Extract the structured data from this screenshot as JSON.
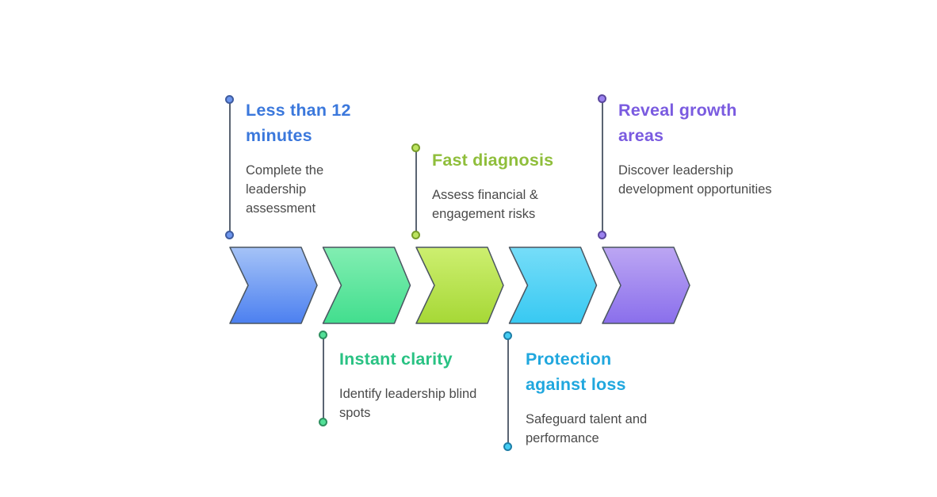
{
  "diagram": {
    "type": "process-flow-chevrons",
    "direction": "left-to-right",
    "background": "#FFFFFF",
    "arrow_outline_color": "#4A5560",
    "connector_line_color": "#5A6472",
    "description_text_color": "#4A4A4A"
  },
  "steps": [
    {
      "order": 1,
      "callout_position": "top",
      "title": "Less than 12 minutes",
      "description": "Complete the leadership assessment",
      "colors": {
        "title": "#3B78DC",
        "gradient_top": "#A5C3F7",
        "gradient_bottom": "#4C80F0",
        "dot_fill": "#6D96EE",
        "dot_stroke": "#3F5C9F"
      }
    },
    {
      "order": 2,
      "callout_position": "bottom",
      "title": "Instant clarity",
      "description": "Identify leadership blind spots",
      "colors": {
        "title": "#29C283",
        "gradient_top": "#82EEB2",
        "gradient_bottom": "#42DE8E",
        "dot_fill": "#52E097",
        "dot_stroke": "#2E8F5F"
      }
    },
    {
      "order": 3,
      "callout_position": "top",
      "title": "Fast diagnosis",
      "description": "Assess financial & engagement risks",
      "colors": {
        "title": "#8FBE3B",
        "gradient_top": "#CDEF70",
        "gradient_bottom": "#A6D836",
        "dot_fill": "#BCE45F",
        "dot_stroke": "#789D2B"
      }
    },
    {
      "order": 4,
      "callout_position": "bottom",
      "title": "Protection against loss",
      "description": "Safeguard talent and performance",
      "colors": {
        "title": "#20A7DE",
        "gradient_top": "#76DDF8",
        "gradient_bottom": "#38C9F2",
        "dot_fill": "#45CDF3",
        "dot_stroke": "#1F7FA8"
      }
    },
    {
      "order": 5,
      "callout_position": "top",
      "title": "Reveal growth areas",
      "description": "Discover leadership development opportunities",
      "colors": {
        "title": "#7A5BE0",
        "gradient_top": "#BCA6F3",
        "gradient_bottom": "#8A6FEC",
        "dot_fill": "#9B82EF",
        "dot_stroke": "#5A479E"
      }
    }
  ]
}
